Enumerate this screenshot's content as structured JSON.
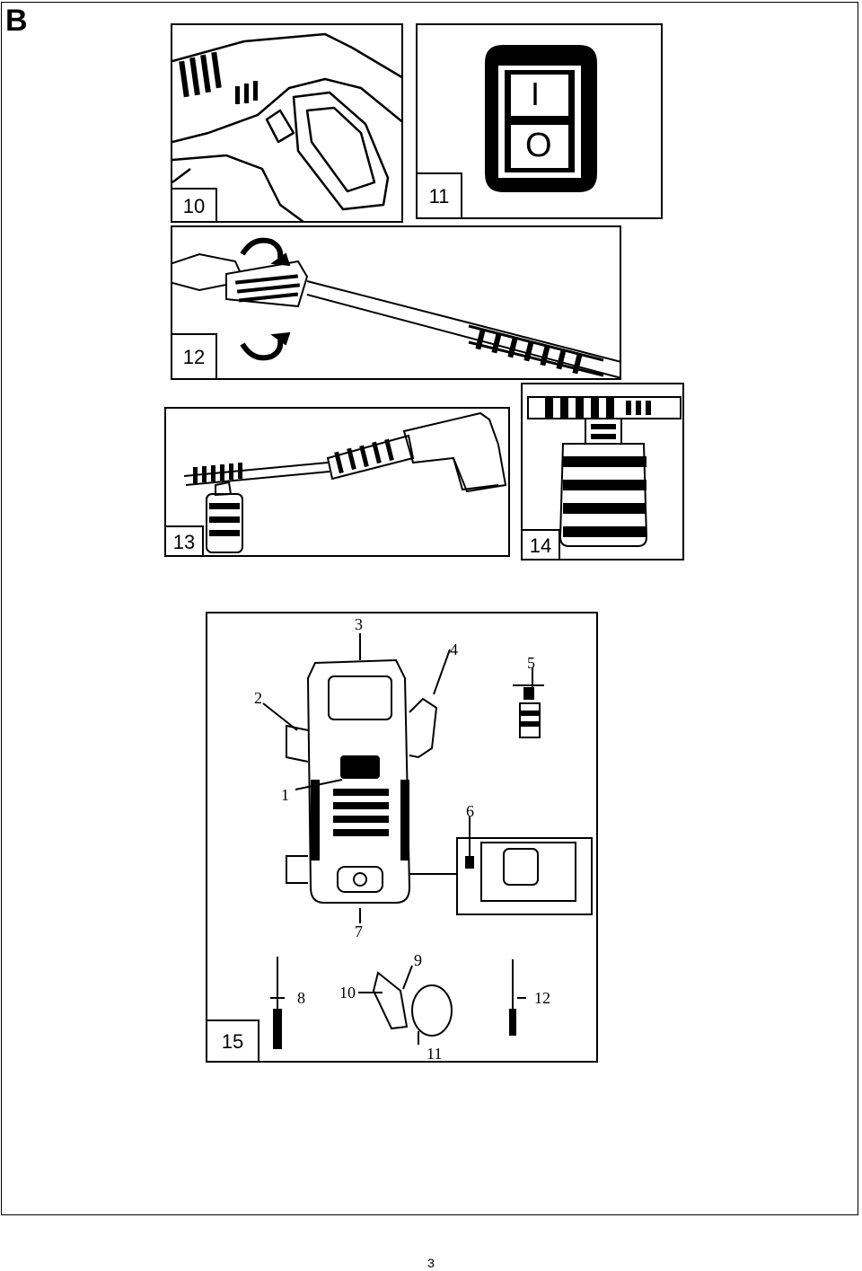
{
  "section": {
    "letter": "B"
  },
  "figures": {
    "fig10": {
      "number": "10"
    },
    "fig11": {
      "number": "11",
      "switch_on": "I",
      "switch_off": "O"
    },
    "fig12": {
      "number": "12"
    },
    "fig13": {
      "number": "13"
    },
    "fig14": {
      "number": "14"
    },
    "fig15": {
      "number": "15",
      "callouts": {
        "c1": "1",
        "c2": "2",
        "c3": "3",
        "c4": "4",
        "c5": "5",
        "c6": "6",
        "c7": "7",
        "c8": "8",
        "c9": "9",
        "c10": "10",
        "c11": "11",
        "c12": "12"
      }
    }
  },
  "footer": {
    "page_number": "3"
  }
}
